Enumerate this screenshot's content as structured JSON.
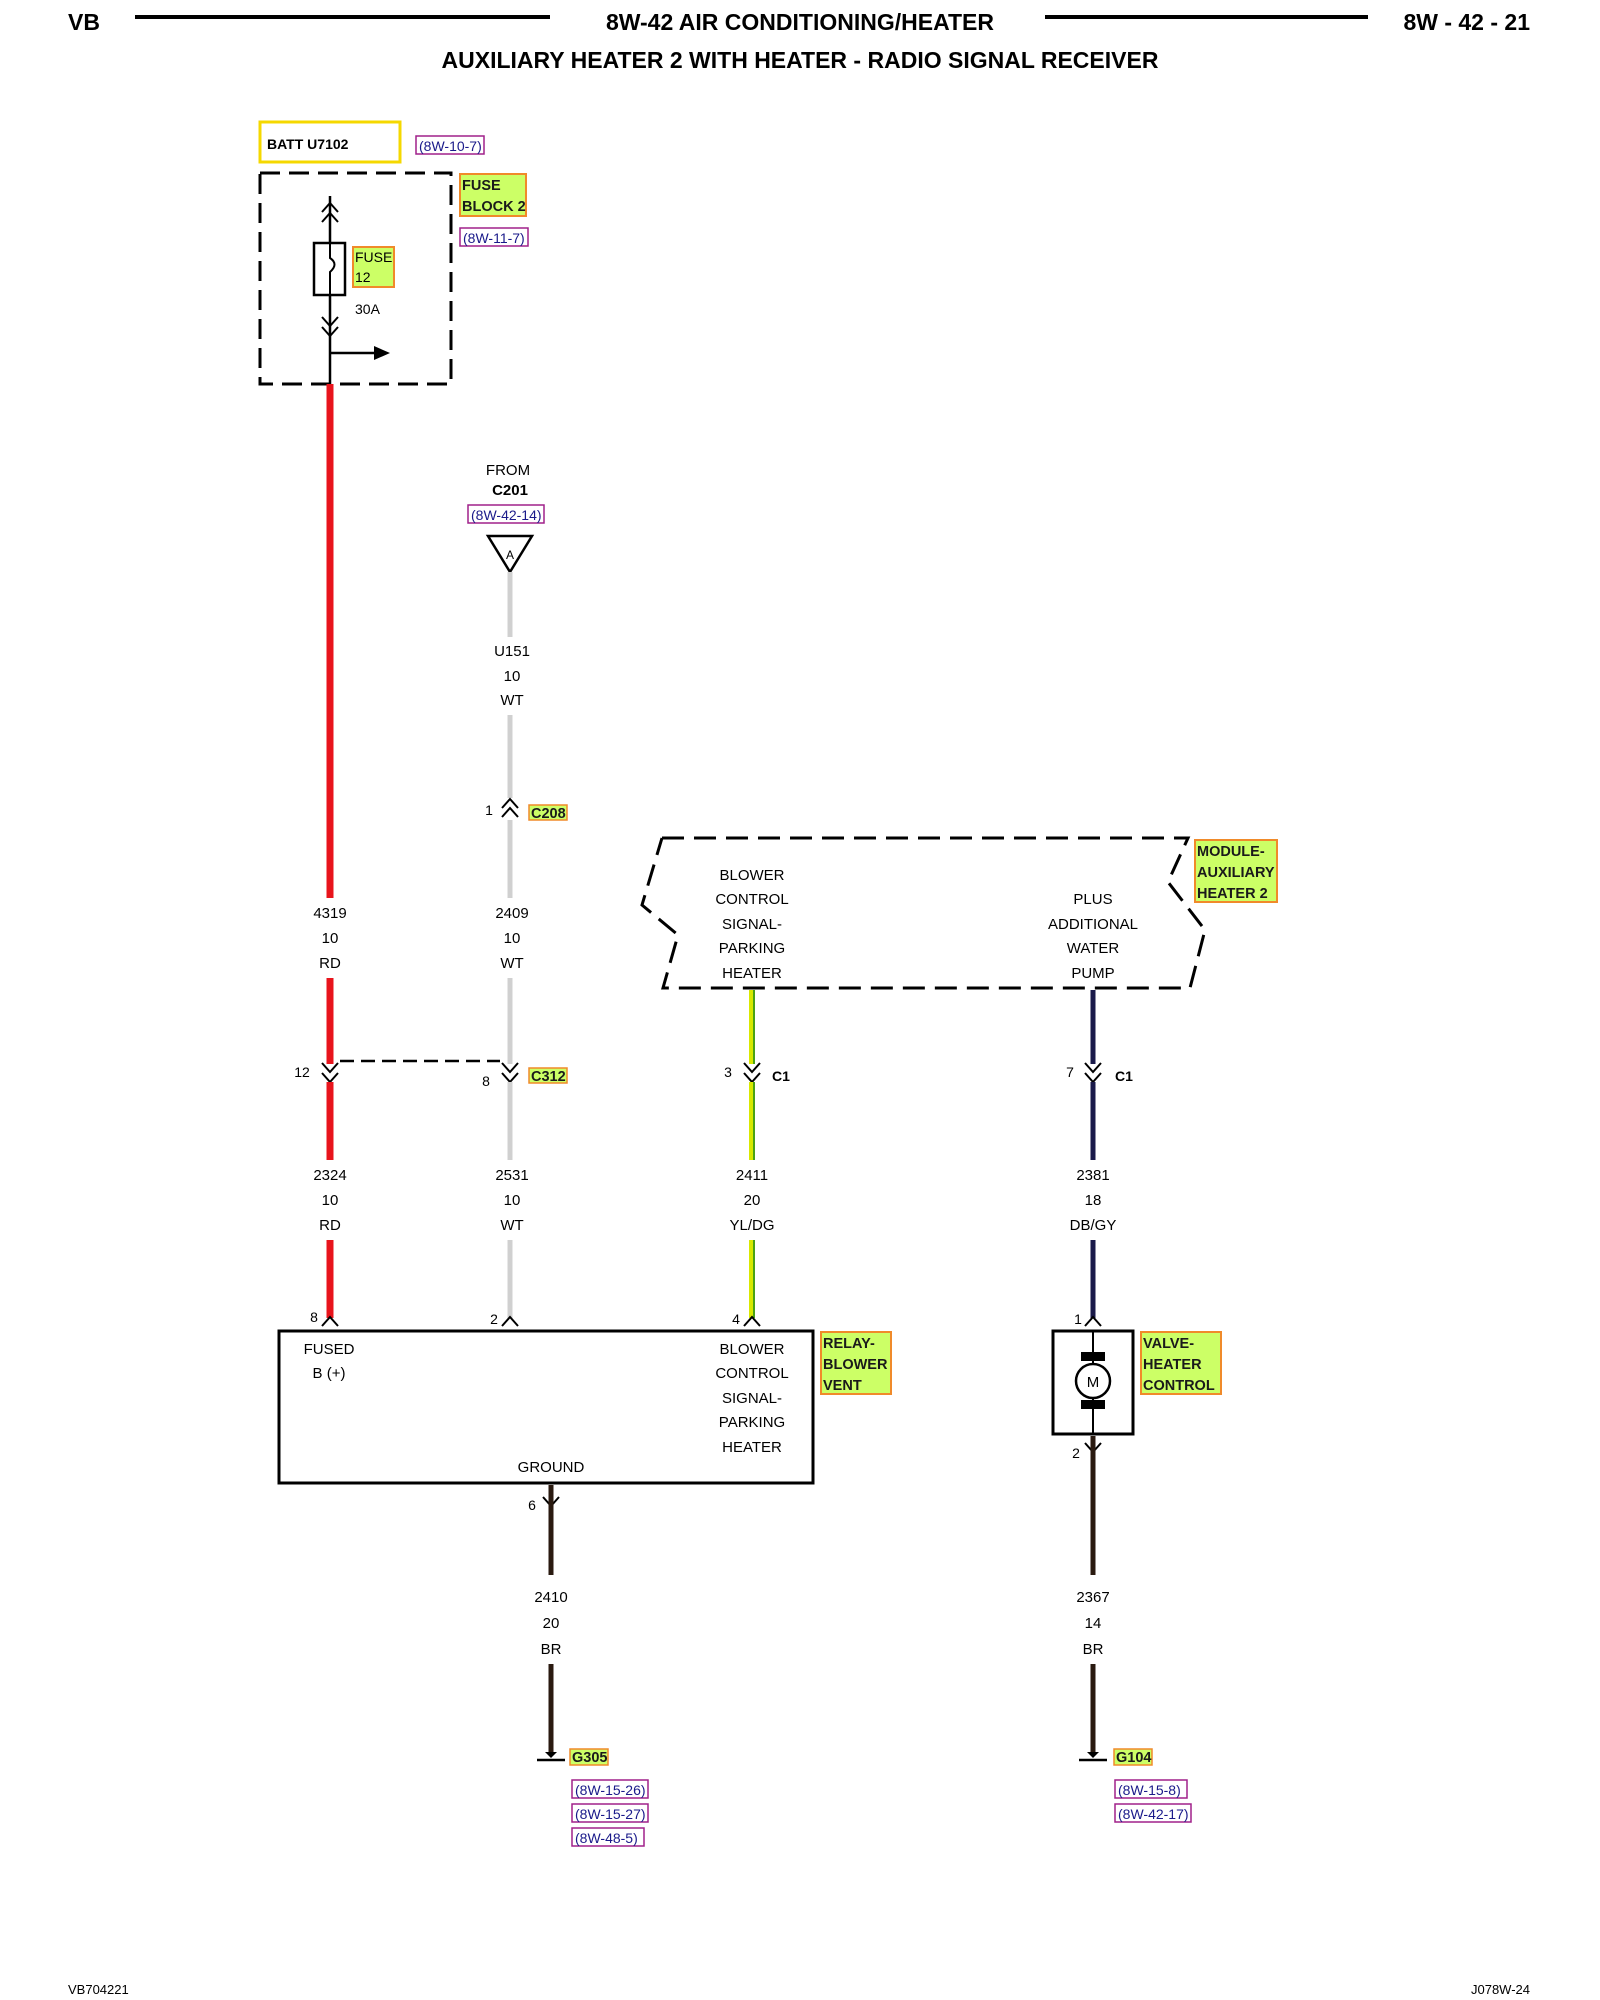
{
  "header": {
    "left": "VB",
    "title": "8W-42 AIR CONDITIONING/HEATER",
    "right": "8W - 42 - 21",
    "subtitle": "AUXILIARY HEATER 2 WITH HEATER - RADIO SIGNAL RECEIVER"
  },
  "battery": {
    "label": "BATT U7102",
    "ref": "(8W-10-7)"
  },
  "fuse_block": {
    "line1": "FUSE",
    "line2": "BLOCK 2",
    "ref": "(8W-11-7)"
  },
  "fuse": {
    "line1": "FUSE",
    "line2": "12",
    "rating": "30A"
  },
  "from": {
    "label": "FROM",
    "connector": "C201",
    "ref": "(8W-42-14)",
    "terminal": "A"
  },
  "connectors": {
    "c208": {
      "name": "C208",
      "pin": "1"
    },
    "c312": {
      "name": "C312",
      "pin_left": "12",
      "pin_right": "8"
    },
    "c1_left": {
      "name": "C1",
      "pin": "3"
    },
    "c1_right": {
      "name": "C1",
      "pin": "7"
    }
  },
  "wires": {
    "u151": {
      "circuit": "U151",
      "gauge": "10",
      "color": "WT"
    },
    "w4319": {
      "circuit": "4319",
      "gauge": "10",
      "color": "RD"
    },
    "w2409": {
      "circuit": "2409",
      "gauge": "10",
      "color": "WT"
    },
    "w2324": {
      "circuit": "2324",
      "gauge": "10",
      "color": "RD"
    },
    "w2531": {
      "circuit": "2531",
      "gauge": "10",
      "color": "WT"
    },
    "w2411": {
      "circuit": "2411",
      "gauge": "20",
      "color": "YL/DG"
    },
    "w2381": {
      "circuit": "2381",
      "gauge": "18",
      "color": "DB/GY"
    },
    "w2410": {
      "circuit": "2410",
      "gauge": "20",
      "color": "BR"
    },
    "w2367": {
      "circuit": "2367",
      "gauge": "14",
      "color": "BR"
    }
  },
  "module": {
    "name_line1": "MODULE-",
    "name_line2": "AUXILIARY",
    "name_line3": "HEATER 2",
    "left_text": [
      "BLOWER",
      "CONTROL",
      "SIGNAL-",
      "PARKING",
      "HEATER"
    ],
    "right_text": [
      "PLUS",
      "ADDITIONAL",
      "WATER",
      "PUMP"
    ]
  },
  "relay": {
    "name_line1": "RELAY-",
    "name_line2": "BLOWER",
    "name_line3": "VENT",
    "fused_line1": "FUSED",
    "fused_line2": "B (+)",
    "right_text": [
      "BLOWER",
      "CONTROL",
      "SIGNAL-",
      "PARKING",
      "HEATER"
    ],
    "ground": "GROUND",
    "pin_8": "8",
    "pin_2": "2",
    "pin_4": "4",
    "pin_6": "6"
  },
  "valve": {
    "name_line1": "VALVE-",
    "name_line2": "HEATER",
    "name_line3": "CONTROL",
    "motor": "M",
    "pin_1": "1",
    "pin_2": "2"
  },
  "grounds": {
    "g305": {
      "name": "G305",
      "refs": [
        "(8W-15-26)",
        "(8W-15-27)",
        "(8W-48-5)"
      ]
    },
    "g104": {
      "name": "G104",
      "refs": [
        "(8W-15-8)",
        "(8W-42-17)"
      ]
    }
  },
  "footer": {
    "left": "VB704221",
    "right": "J078W-24"
  },
  "colors": {
    "red_wire": "#e8141c",
    "white_wire": "#d0d0d0",
    "yellow_green_wire": "#d8e800",
    "dark_blue_wire": "#1a1a4a",
    "brown_wire": "#2a1a10",
    "highlight": "#ccff66",
    "highlight_border": "#f08a2a",
    "battery_box_border": "#f5d800",
    "reference_border": "#a0208a"
  }
}
